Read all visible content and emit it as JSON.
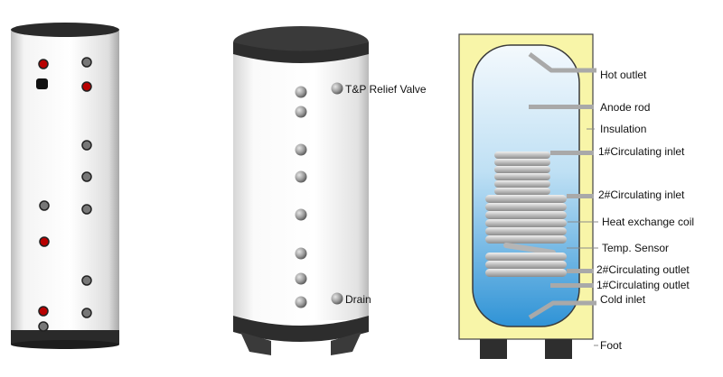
{
  "middle_tank": {
    "tp_relief_valve": "T&P Relief Valve",
    "drain": "Drain"
  },
  "cutaway": {
    "hot_outlet": "Hot outlet",
    "anode_rod": "Anode rod",
    "insulation": "Insulation",
    "circ_inlet_1": "1#Circulating inlet",
    "circ_inlet_2": "2#Circulating inlet",
    "heat_exchange_coil": "Heat exchange coil",
    "temp_sensor": "Temp. Sensor",
    "circ_outlet_2": "2#Circulating outlet",
    "circ_outlet_1": "1#Circulating outlet",
    "cold_inlet": "Cold inlet",
    "foot": "Foot"
  },
  "colors": {
    "insulation": "#f8f5a8",
    "water_top": "#f2f8fd",
    "water_bottom": "#2f93d6",
    "coil": "#c8c8c8",
    "pipe": "#a9a9a9",
    "leader": "#8a8a8a",
    "tank_dark": "#2b2b2b",
    "port_red": "#b80000"
  }
}
